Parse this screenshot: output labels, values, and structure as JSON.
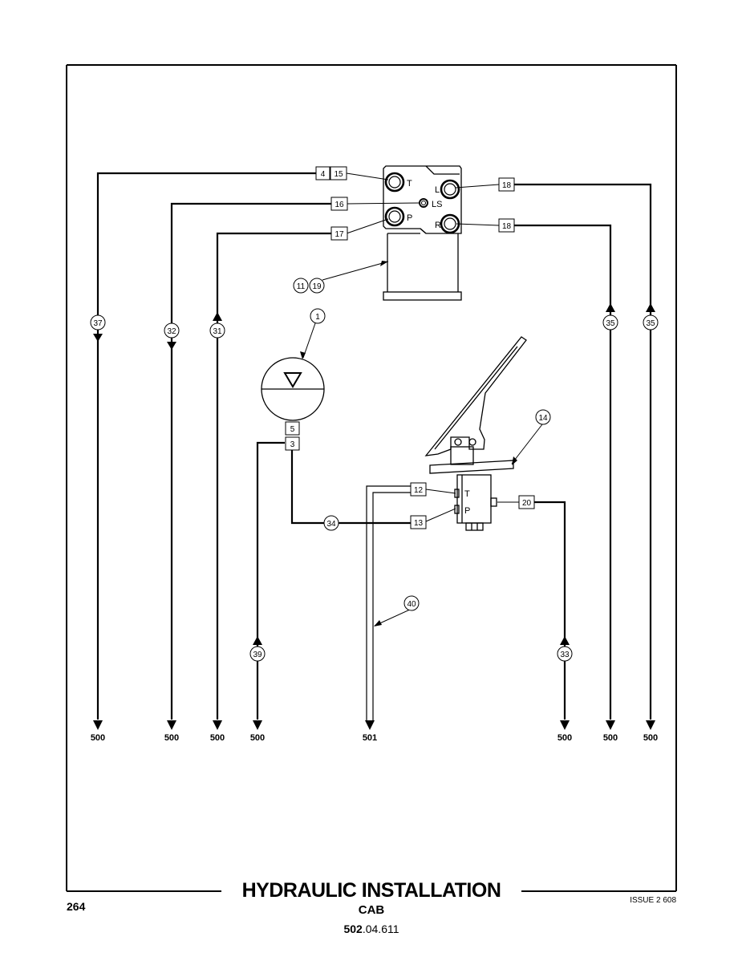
{
  "title": "HYDRAULIC INSTALLATION",
  "subtitle": "CAB",
  "page_number": "264",
  "issue": "ISSUE 2 608",
  "doc_code_bold": "502",
  "doc_code_rest": ".04.611",
  "valve_ports": {
    "t": "T",
    "l": "L",
    "ls": "LS",
    "p": "P",
    "r": "R"
  },
  "pedal_ports": {
    "t": "T",
    "p": "P"
  },
  "callouts": {
    "c37": "37",
    "c32": "32",
    "c31": "31",
    "c35a": "35",
    "c35b": "35",
    "c1": "1",
    "c11": "11",
    "c19": "19",
    "c14": "14",
    "c34": "34",
    "c39": "39",
    "c40": "40",
    "c33": "33"
  },
  "boxes": {
    "b4": "4",
    "b15": "15",
    "b16": "16",
    "b17": "17",
    "b18a": "18",
    "b18b": "18",
    "b5": "5",
    "b3": "3",
    "b12": "12",
    "b13": "13",
    "b20": "20"
  },
  "terminals": {
    "t1": "500",
    "t2": "500",
    "t3": "500",
    "t4": "500",
    "t5": "501",
    "t6": "500",
    "t7": "500",
    "t8": "500"
  }
}
